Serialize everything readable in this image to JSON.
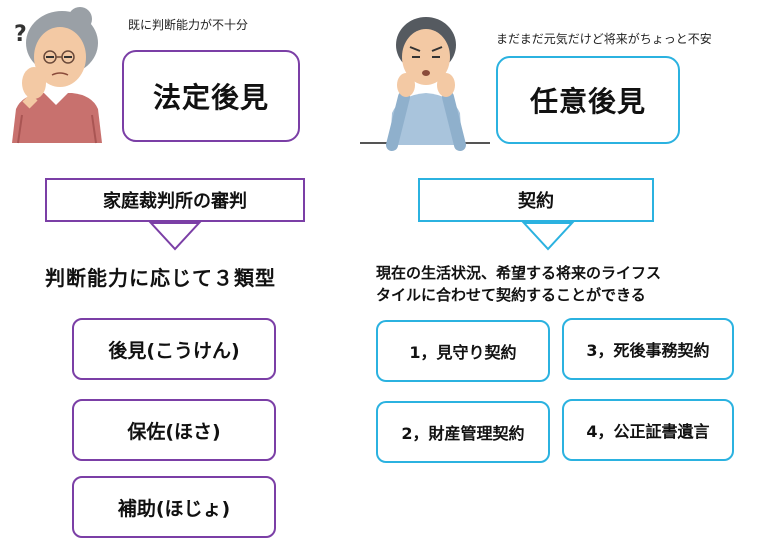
{
  "left": {
    "caption": "既に判断能力が不十分",
    "question_mark": "?",
    "title": "法定後見",
    "process": "家庭裁判所の審判",
    "headline": "判断能力に応じて３類型",
    "types": [
      "後見(こうけん)",
      "保佐(ほさ)",
      "補助(ほじょ)"
    ]
  },
  "right": {
    "caption": "まだまだ元気だけど将来がちょっと不安",
    "title": "任意後見",
    "process": "契約",
    "description_line1": "現在の生活状況、希望する将来のライフス",
    "description_line2": "タイルに合わせて契約することができる",
    "contracts": [
      "1，見守り契約",
      "3，死後事務契約",
      "2，財産管理契約",
      "4，公正証書遺言"
    ]
  },
  "colors": {
    "purple": "#7b3fa6",
    "cyan": "#2bb2e0"
  },
  "icons": [
    "elderly-woman-thinking-icon",
    "worried-man-icon"
  ]
}
